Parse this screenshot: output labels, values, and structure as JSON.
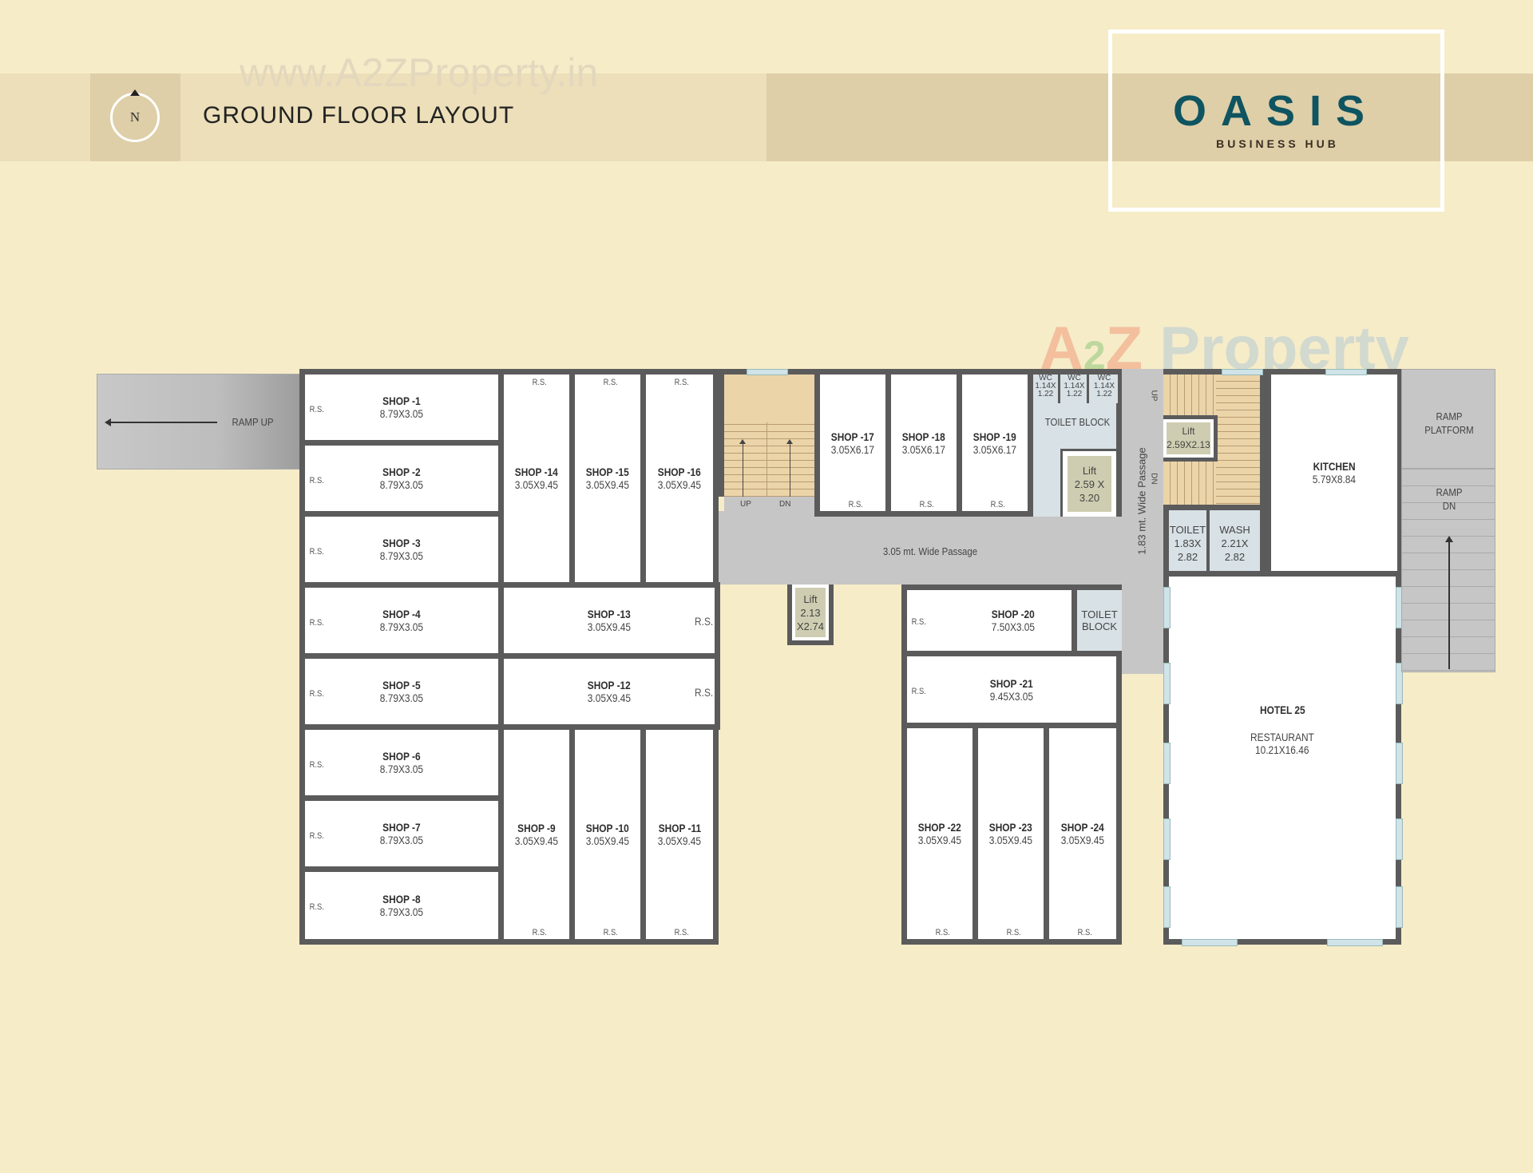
{
  "header": {
    "title": "GROUND FLOOR LAYOUT",
    "compass_label": "N",
    "watermark_url": "www.A2ZProperty.in",
    "brand_name": "OASIS",
    "brand_tagline": "BUSINESS HUB",
    "brand_color": "#0f5461"
  },
  "watermark_logo": {
    "text_a": "A",
    "text_2": "2",
    "text_z": "Z",
    "text_property": "Property"
  },
  "colors": {
    "background": "#f6ecc8",
    "wall": "#5b5b5b",
    "passage": "#c6c6c6",
    "stair": "#ecd4a9",
    "toilet": "#d8e1e6",
    "lift": "#cfcdb1"
  },
  "rs_label": "R.S.",
  "ramps": {
    "left": {
      "label": "RAMP UP"
    },
    "right_platform": {
      "label_line1": "RAMP",
      "label_line2": "PLATFORM"
    },
    "right_dn": {
      "label_line1": "RAMP",
      "label_line2": "DN"
    }
  },
  "passages": {
    "main": "3.05 mt. Wide Passage",
    "side": "1.83 mt. Wide Passage",
    "side_up": "UP",
    "side_dn": "DN"
  },
  "stairs": {
    "up": "UP",
    "dn": "DN"
  },
  "shops": [
    {
      "id": "SHOP -1",
      "dim": "8.79X3.05"
    },
    {
      "id": "SHOP -2",
      "dim": "8.79X3.05"
    },
    {
      "id": "SHOP -3",
      "dim": "8.79X3.05"
    },
    {
      "id": "SHOP -4",
      "dim": "8.79X3.05"
    },
    {
      "id": "SHOP -5",
      "dim": "8.79X3.05"
    },
    {
      "id": "SHOP -6",
      "dim": "8.79X3.05"
    },
    {
      "id": "SHOP -7",
      "dim": "8.79X3.05"
    },
    {
      "id": "SHOP -8",
      "dim": "8.79X3.05"
    },
    {
      "id": "SHOP -9",
      "dim": "3.05X9.45"
    },
    {
      "id": "SHOP -10",
      "dim": "3.05X9.45"
    },
    {
      "id": "SHOP -11",
      "dim": "3.05X9.45"
    },
    {
      "id": "SHOP -12",
      "dim": "3.05X9.45"
    },
    {
      "id": "SHOP -13",
      "dim": "3.05X9.45"
    },
    {
      "id": "SHOP -14",
      "dim": "3.05X9.45"
    },
    {
      "id": "SHOP -15",
      "dim": "3.05X9.45"
    },
    {
      "id": "SHOP -16",
      "dim": "3.05X9.45"
    },
    {
      "id": "SHOP -17",
      "dim": "3.05X6.17"
    },
    {
      "id": "SHOP -18",
      "dim": "3.05X6.17"
    },
    {
      "id": "SHOP -19",
      "dim": "3.05X6.17"
    },
    {
      "id": "SHOP -20",
      "dim": "7.50X3.05"
    },
    {
      "id": "SHOP -21",
      "dim": "9.45X3.05"
    },
    {
      "id": "SHOP -22",
      "dim": "3.05X9.45"
    },
    {
      "id": "SHOP -23",
      "dim": "3.05X9.45"
    },
    {
      "id": "SHOP -24",
      "dim": "3.05X9.45"
    }
  ],
  "wc": [
    {
      "label": "WC",
      "dim1": "1.14X",
      "dim2": "1.22"
    },
    {
      "label": "WC",
      "dim1": "1.14X",
      "dim2": "1.22"
    },
    {
      "label": "WC",
      "dim1": "1.14X",
      "dim2": "1.22"
    }
  ],
  "toilet_block_1": "TOILET BLOCK",
  "toilet_block_2": {
    "line1": "TOILET",
    "line2": "BLOCK"
  },
  "lifts": [
    {
      "label": "Lift",
      "dim1": "2.59 X",
      "dim2": "3.20"
    },
    {
      "label": "Lift",
      "dim1": "2.13",
      "dim2": "X2.74"
    },
    {
      "label": "Lift",
      "dim1": "2.59X2.13",
      "dim2": ""
    }
  ],
  "toilet": {
    "label": "TOILET",
    "dim1": "1.83X",
    "dim2": "2.82"
  },
  "wash": {
    "label": "WASH",
    "dim1": "2.21X",
    "dim2": "2.82"
  },
  "kitchen": {
    "label": "KITCHEN",
    "dim": "5.79X8.84"
  },
  "hotel": {
    "label": "HOTEL 25",
    "sub": "RESTAURANT",
    "dim": "10.21X16.46"
  }
}
